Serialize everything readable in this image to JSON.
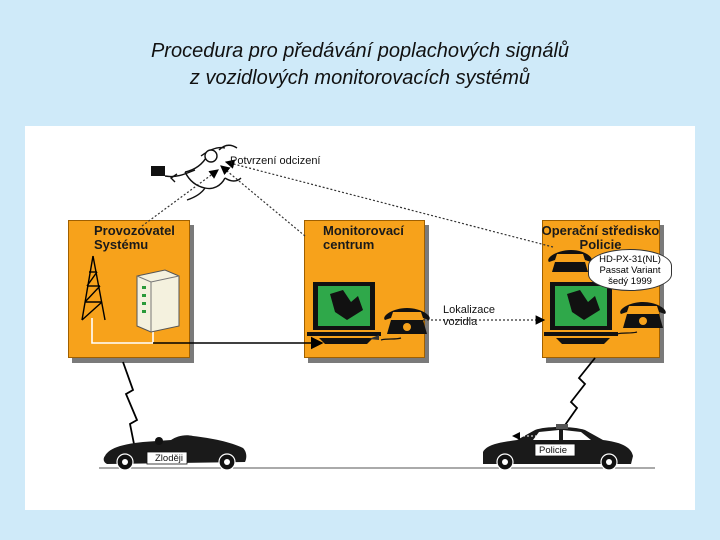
{
  "title": {
    "line1": "Procedura pro předávání poplachových signálů",
    "line2": "z vozidlových monitorovacích systémů"
  },
  "diagram": {
    "theft_confirmation": "Potvrzení odcizení",
    "boxes": {
      "operator": "Provozovatel\nSystému",
      "monitoring": "Monitorovací\ncentrum",
      "police_center": "Operační středisko\nPolicie"
    },
    "vehicle_info": [
      "HD-PX-31(NL)",
      "Passat Variant",
      "šedý 1999"
    ],
    "localization": "Lokalizace\nvozidla",
    "thief_car_label": "Zloději",
    "police_car_label": "Policie"
  },
  "colors": {
    "box_fill": "#f7a21b",
    "background": "#cfeaf9",
    "panel": "#ffffff"
  }
}
